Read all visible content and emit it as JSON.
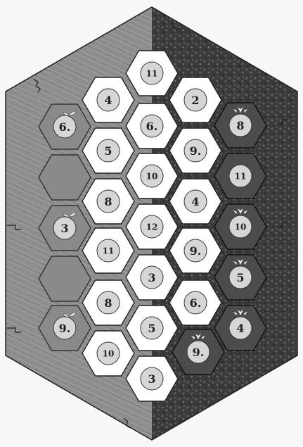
{
  "board": {
    "name": "game-board-expansion-frame",
    "colors": {
      "background": "#f7f7f7",
      "sea": "#8d8d8d",
      "sea_hex": "#8a8a8a",
      "forest": "#3b3b3b",
      "forest_hex": "#4c4c4c",
      "land_hex": "#ffffff",
      "token": "#d6d6d6",
      "outline": "#1f1f1f"
    },
    "land_tiles": [
      {
        "id": "center-top",
        "number": "11"
      },
      {
        "id": "left-1",
        "number": "4"
      },
      {
        "id": "right-1",
        "number": "2"
      },
      {
        "id": "center-2",
        "number": "6."
      },
      {
        "id": "left-2",
        "number": "5"
      },
      {
        "id": "right-2",
        "number": "9."
      },
      {
        "id": "center-3",
        "number": "10"
      },
      {
        "id": "left-3",
        "number": "8"
      },
      {
        "id": "right-3",
        "number": "4"
      },
      {
        "id": "center-4",
        "number": "12"
      },
      {
        "id": "left-4",
        "number": "11"
      },
      {
        "id": "right-4",
        "number": "9."
      },
      {
        "id": "center-5",
        "number": "3"
      },
      {
        "id": "left-5",
        "number": "8"
      },
      {
        "id": "right-5",
        "number": "6."
      },
      {
        "id": "center-6",
        "number": "5"
      },
      {
        "id": "left-6",
        "number": "10"
      },
      {
        "id": "center-bottom",
        "number": "3"
      }
    ],
    "sea_tiles": [
      {
        "id": "sea-1",
        "number": "6.",
        "icon": "sprout-icon"
      },
      {
        "id": "sea-2",
        "number": "",
        "icon": ""
      },
      {
        "id": "sea-3",
        "number": "3",
        "icon": "sprout-icon"
      },
      {
        "id": "sea-4",
        "number": "",
        "icon": ""
      },
      {
        "id": "sea-5",
        "number": "9.",
        "icon": "sprout-icon"
      }
    ],
    "forest_tiles": [
      {
        "id": "forest-1",
        "number": "8",
        "icon": "flower-icon"
      },
      {
        "id": "forest-2",
        "number": "11",
        "icon": ""
      },
      {
        "id": "forest-3",
        "number": "10",
        "icon": "flower-icon"
      },
      {
        "id": "forest-4",
        "number": "5",
        "icon": "flower-icon"
      },
      {
        "id": "forest-5",
        "number": "4",
        "icon": "flower-icon"
      },
      {
        "id": "forest-6",
        "number": "9.",
        "icon": "flower-icon"
      }
    ]
  }
}
